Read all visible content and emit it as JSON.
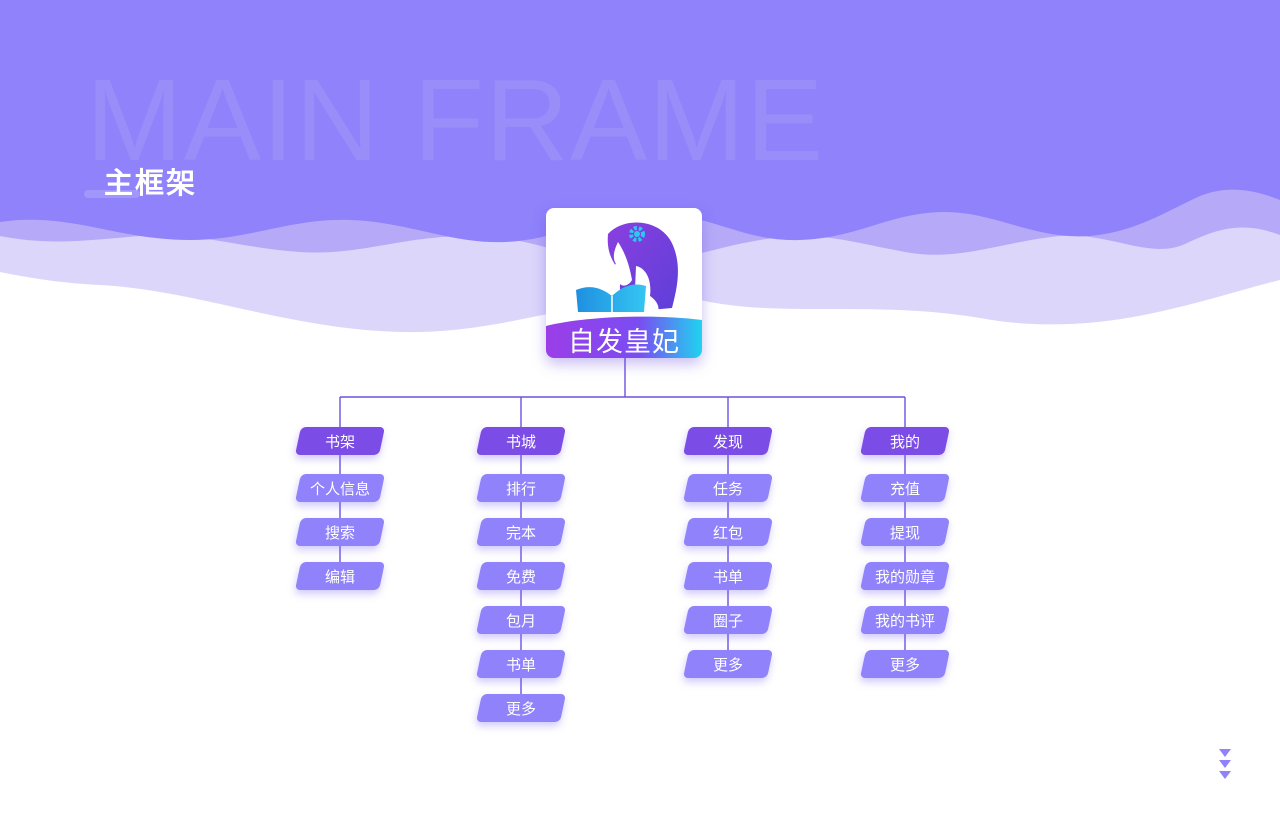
{
  "background_title": "MAIN FRAME",
  "title": "主框架",
  "logo": {
    "text": "自发皇妃",
    "icon": "reading-woman-logo"
  },
  "colors": {
    "header": "#8f82fa",
    "wave": "#dcd6fb",
    "head_node": "#7b4ce6",
    "node": "#8f82fa",
    "line": "#6f52e0"
  },
  "columns": [
    {
      "head": "书架",
      "items": [
        "个人信息",
        "搜索",
        "编辑"
      ]
    },
    {
      "head": "书城",
      "items": [
        "排行",
        "完本",
        "免费",
        "包月",
        "书单",
        "更多"
      ]
    },
    {
      "head": "发现",
      "items": [
        "任务",
        "红包",
        "书单",
        "圈子",
        "更多"
      ]
    },
    {
      "head": "我的",
      "items": [
        "充值",
        "提现",
        "我的勋章",
        "我的书评",
        "更多"
      ]
    }
  ],
  "scroll_indicator": "triangle-down-icon"
}
